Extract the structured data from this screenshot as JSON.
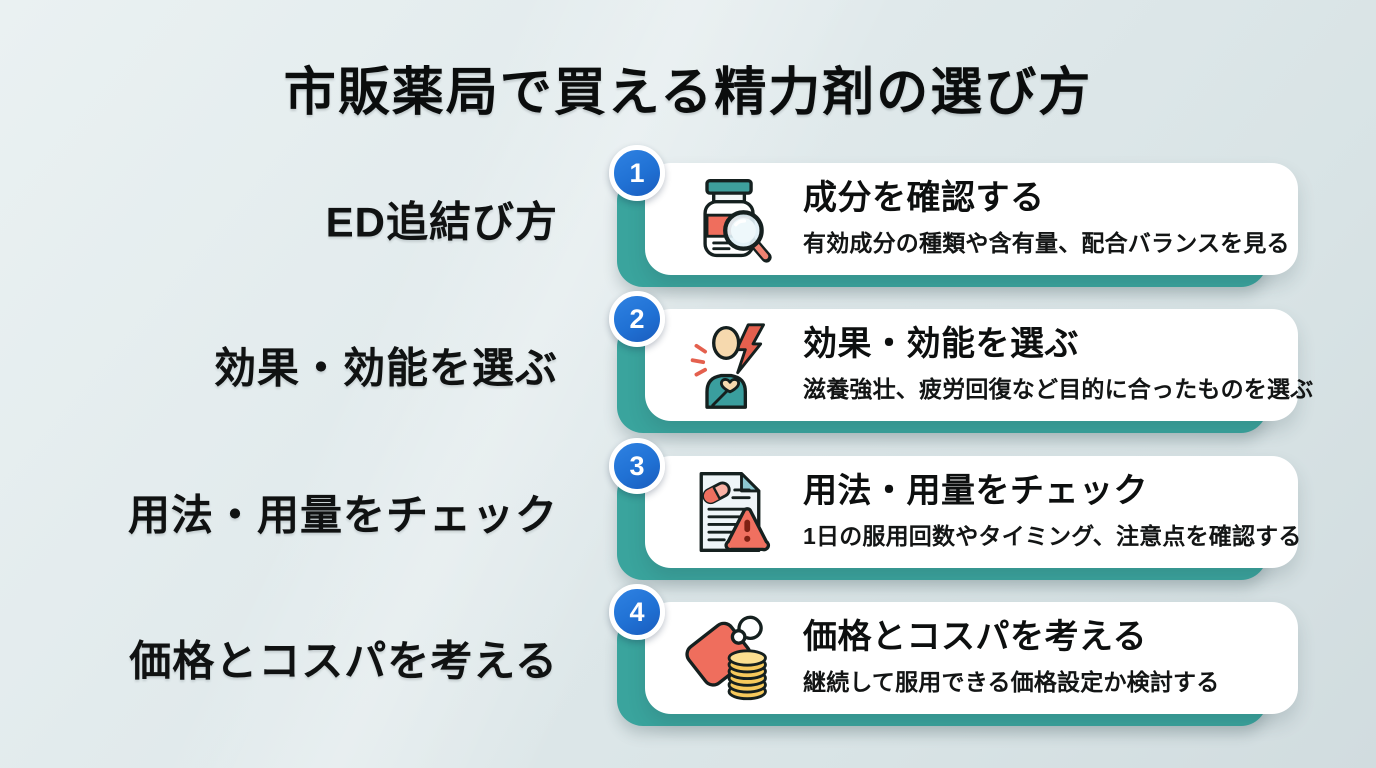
{
  "page": {
    "title": "市販薬局で買える精力剤の選び方"
  },
  "colors": {
    "background": "#dfe9ea",
    "accent_teal": "#3aa49d",
    "badge_blue": "#2071d4",
    "card_background": "#ffffff",
    "text_black": "#0d0f0f",
    "icon_coral": "#ee6f5d",
    "icon_gold": "#f6c95c",
    "icon_skin": "#f6d9ae"
  },
  "left_labels": [
    {
      "text": "ED追結び方"
    },
    {
      "text": "効果・効能を選ぶ"
    },
    {
      "text": "用法・用量をチェック"
    },
    {
      "text": "価格とコスパを考える"
    }
  ],
  "steps": [
    {
      "number": "1",
      "icon": "supplement-jar-magnifier-icon",
      "title": "成分を確認する",
      "description": "有効成分の種類や含有量、配合バランスを見る"
    },
    {
      "number": "2",
      "icon": "person-energy-icon",
      "title": "効果・効能を選ぶ",
      "description": "滋養強壮、疲労回復など目的に合ったものを選ぶ"
    },
    {
      "number": "3",
      "icon": "document-warning-icon",
      "title": "用法・用量をチェック",
      "description": "1日の服用回数やタイミング、注意点を確認する"
    },
    {
      "number": "4",
      "icon": "price-tag-coins-icon",
      "title": "価格とコスパを考える",
      "description": "継続して服用できる価格設定か検討する"
    }
  ]
}
